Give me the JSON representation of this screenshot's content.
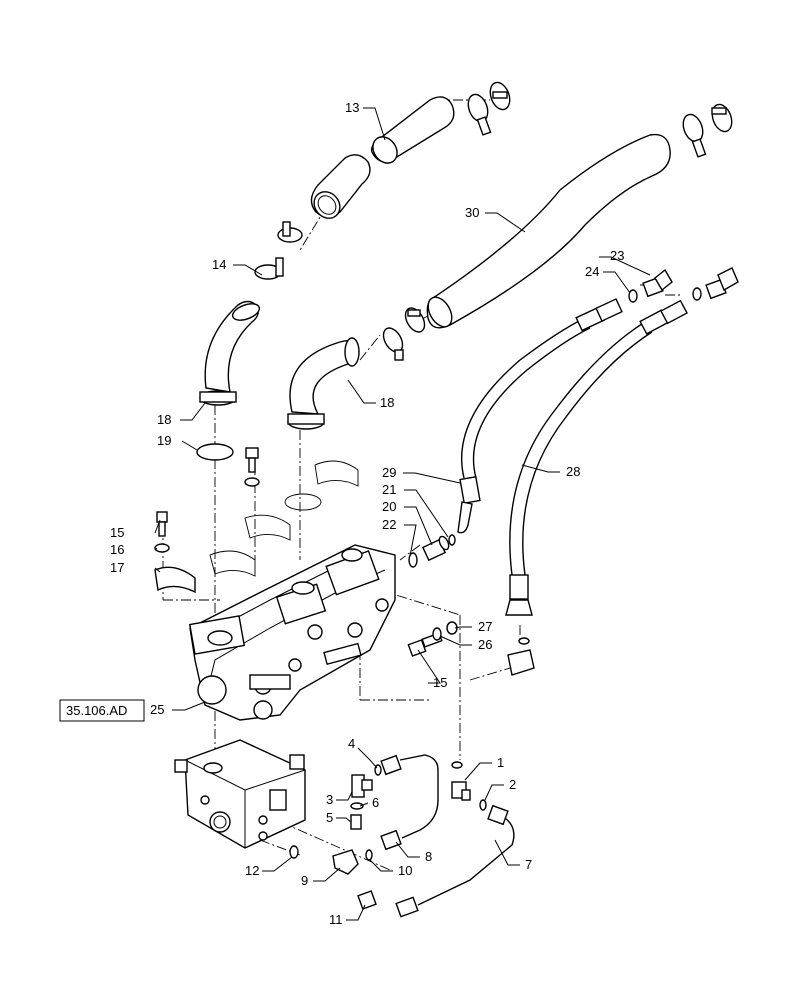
{
  "reference_box": {
    "label": "35.106.AD",
    "target": "25"
  },
  "callouts": [
    {
      "id": "c1",
      "label": "1"
    },
    {
      "id": "c2",
      "label": "2"
    },
    {
      "id": "c3",
      "label": "3"
    },
    {
      "id": "c4",
      "label": "4"
    },
    {
      "id": "c5",
      "label": "5"
    },
    {
      "id": "c6",
      "label": "6"
    },
    {
      "id": "c7",
      "label": "7"
    },
    {
      "id": "c8",
      "label": "8"
    },
    {
      "id": "c9",
      "label": "9"
    },
    {
      "id": "c10",
      "label": "10"
    },
    {
      "id": "c11",
      "label": "11"
    },
    {
      "id": "c12",
      "label": "12"
    },
    {
      "id": "c13",
      "label": "13"
    },
    {
      "id": "c14",
      "label": "14"
    },
    {
      "id": "c15a",
      "label": "15"
    },
    {
      "id": "c15b",
      "label": "15"
    },
    {
      "id": "c16",
      "label": "16"
    },
    {
      "id": "c17",
      "label": "17"
    },
    {
      "id": "c18a",
      "label": "18"
    },
    {
      "id": "c18b",
      "label": "18"
    },
    {
      "id": "c19",
      "label": "19"
    },
    {
      "id": "c20",
      "label": "20"
    },
    {
      "id": "c21",
      "label": "21"
    },
    {
      "id": "c22",
      "label": "22"
    },
    {
      "id": "c23",
      "label": "23"
    },
    {
      "id": "c24",
      "label": "24"
    },
    {
      "id": "c25",
      "label": "25"
    },
    {
      "id": "c26",
      "label": "26"
    },
    {
      "id": "c27",
      "label": "27"
    },
    {
      "id": "c28",
      "label": "28"
    },
    {
      "id": "c29",
      "label": "29"
    },
    {
      "id": "c30",
      "label": "30"
    }
  ]
}
